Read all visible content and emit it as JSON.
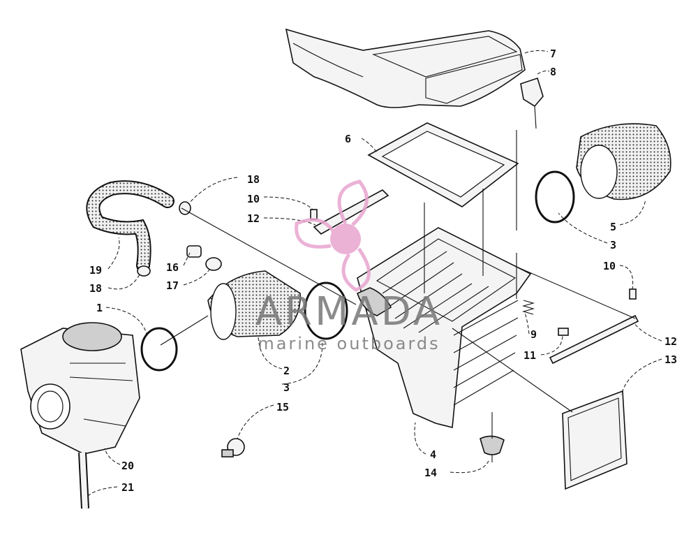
{
  "callouts": [
    {
      "id": "c7",
      "label": "7"
    },
    {
      "id": "c8",
      "label": "8"
    },
    {
      "id": "c6",
      "label": "6"
    },
    {
      "id": "c18a",
      "label": "18"
    },
    {
      "id": "c10a",
      "label": "10"
    },
    {
      "id": "c12a",
      "label": "12"
    },
    {
      "id": "c19",
      "label": "19"
    },
    {
      "id": "c18b",
      "label": "18"
    },
    {
      "id": "c16",
      "label": "16"
    },
    {
      "id": "c17",
      "label": "17"
    },
    {
      "id": "c1",
      "label": "1"
    },
    {
      "id": "c5",
      "label": "5"
    },
    {
      "id": "c3a",
      "label": "3"
    },
    {
      "id": "c10b",
      "label": "10"
    },
    {
      "id": "c9",
      "label": "9"
    },
    {
      "id": "c11",
      "label": "11"
    },
    {
      "id": "c12b",
      "label": "12"
    },
    {
      "id": "c13",
      "label": "13"
    },
    {
      "id": "c2",
      "label": "2"
    },
    {
      "id": "c3b",
      "label": "3"
    },
    {
      "id": "c15",
      "label": "15"
    },
    {
      "id": "c4",
      "label": "4"
    },
    {
      "id": "c14",
      "label": "14"
    },
    {
      "id": "c20",
      "label": "20"
    },
    {
      "id": "c21",
      "label": "21"
    }
  ],
  "watermark": {
    "brand": "ARMADA",
    "tagline": "marine outboards",
    "logo_color": "#e8a5cf",
    "text_color": "#777777"
  }
}
